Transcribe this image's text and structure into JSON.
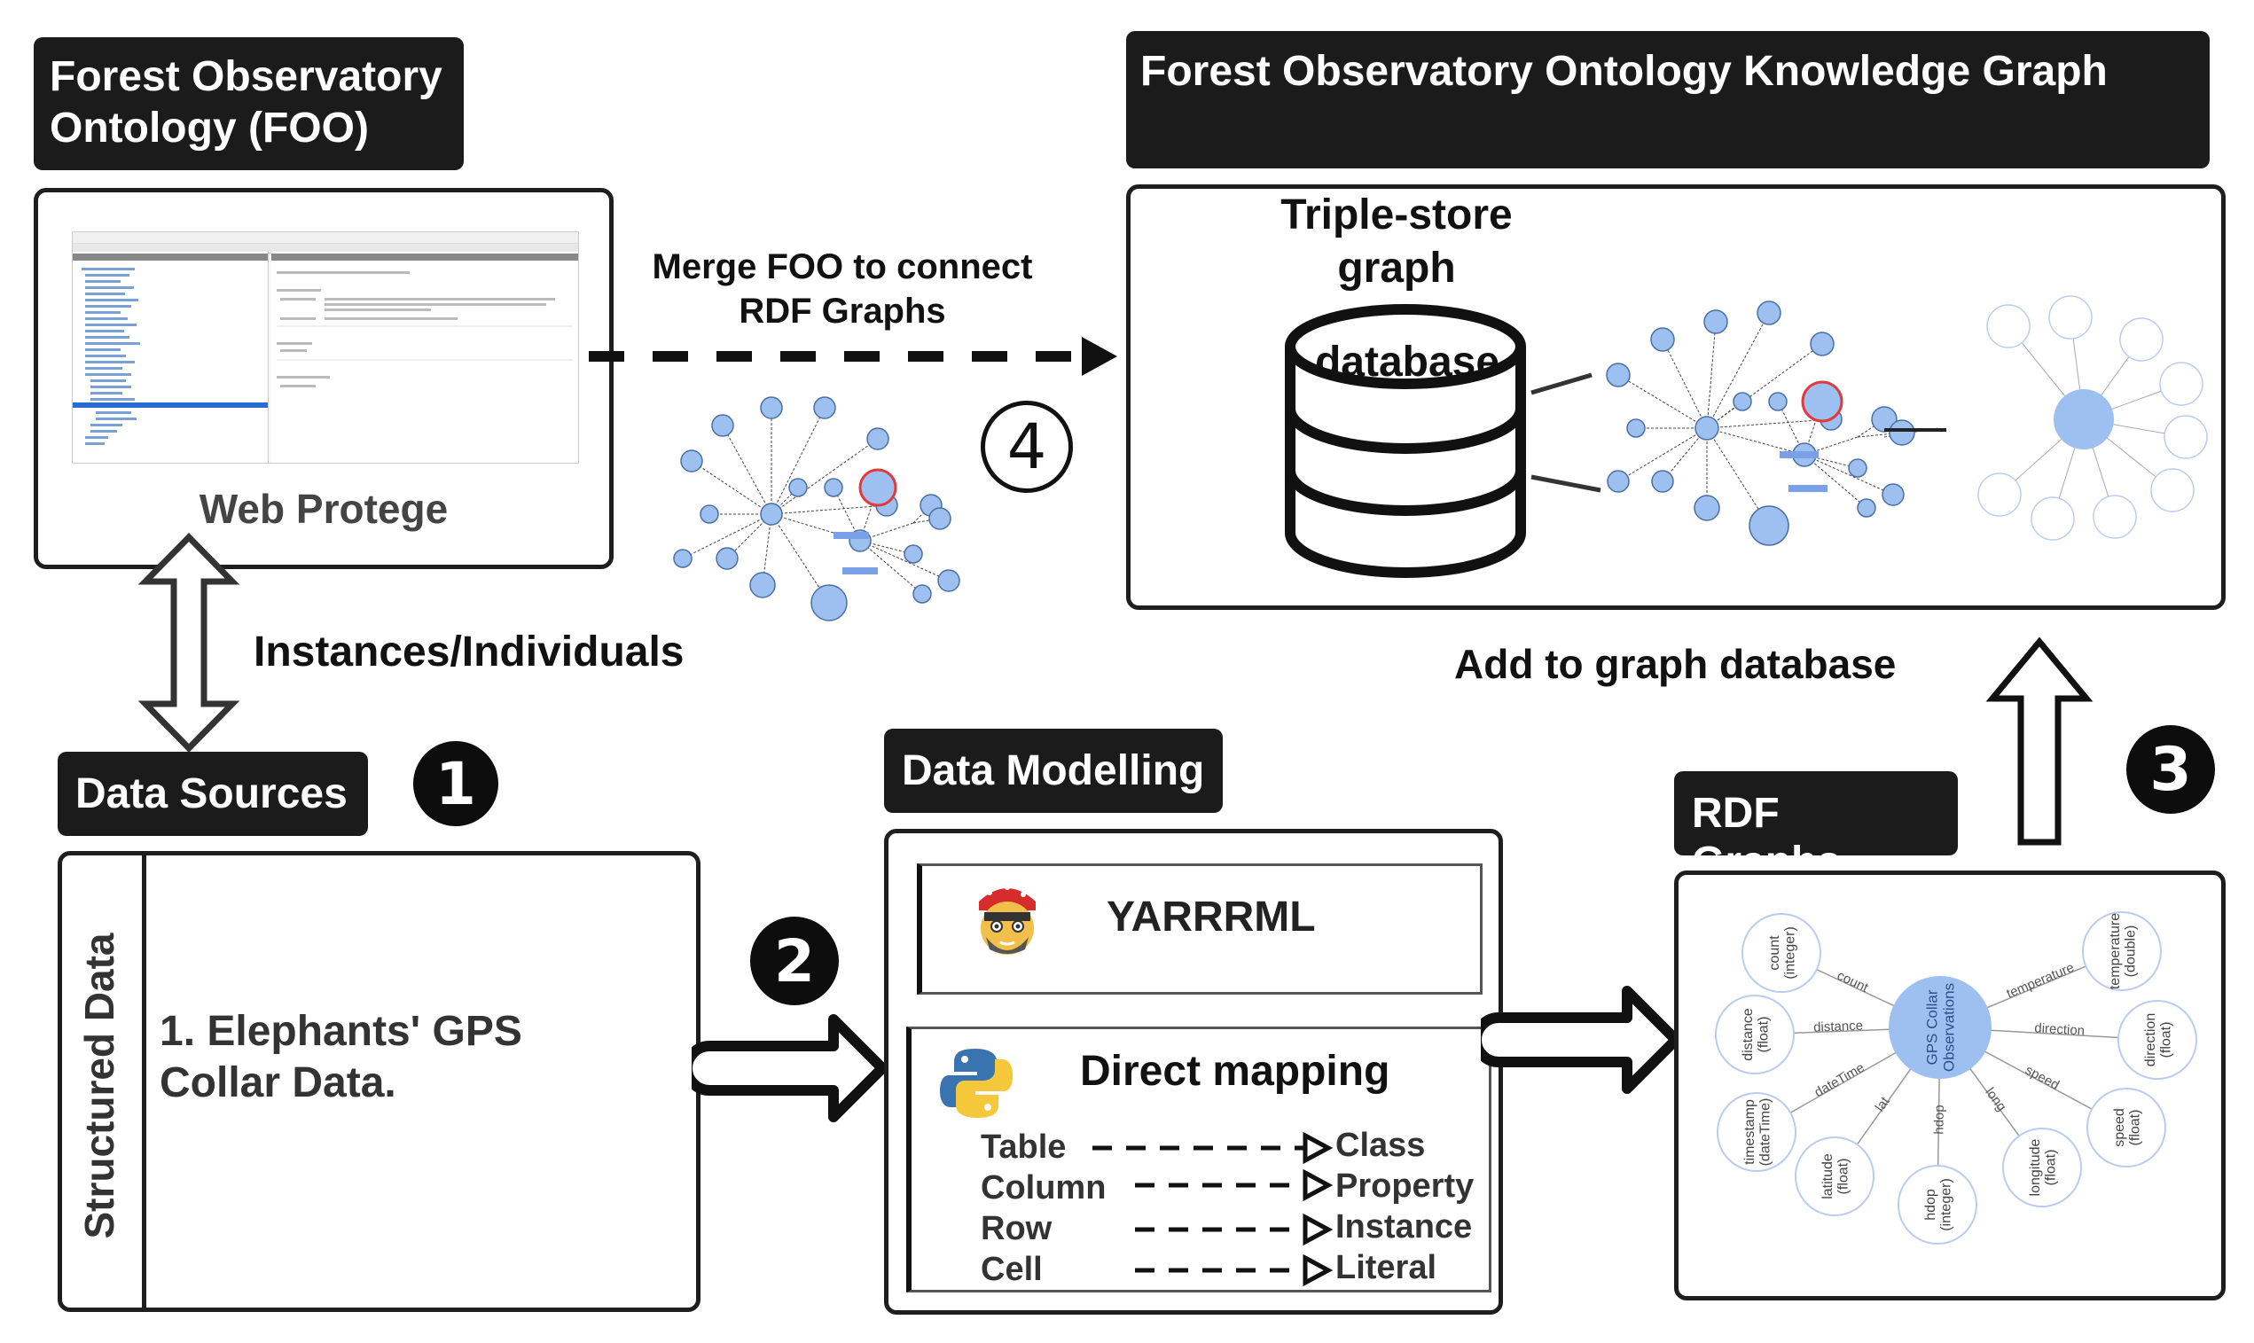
{
  "labels": {
    "foo": "Forest Observatory\nOntology  (FOO)",
    "kg": "Forest Observatory Ontology Knowledge Graph",
    "web_protege": "Web Protege",
    "instances": "Instances/Individuals",
    "merge": "Merge FOO  to connect\nRDF Graphs",
    "triple_store": "Triple-store\ngraph",
    "database": "database",
    "add_to_graph": "Add to graph database",
    "data_sources": "Data Sources",
    "data_modelling": "Data Modelling",
    "rdf_graphs": "RDF Graphs",
    "structured_data": "Structured Data",
    "dataset": "1. Elephants' GPS\n    Collar Data.",
    "yarrrml": "YARRRML",
    "direct_mapping": "Direct mapping"
  },
  "steps": [
    "1",
    "2",
    "3",
    "4"
  ],
  "mapping": [
    {
      "from": "Table",
      "to": "Class"
    },
    {
      "from": "Column",
      "to": "Property"
    },
    {
      "from": "Row",
      "to": "Instance"
    },
    {
      "from": "Cell",
      "to": "Literal"
    }
  ],
  "rdf_graph": {
    "center": "GPS Collar\nObservations",
    "nodes": [
      {
        "label": "count\n(integer)",
        "edge": "count"
      },
      {
        "label": "temperature\n(double)",
        "edge": "temperature"
      },
      {
        "label": "direction\n(float)",
        "edge": "direction"
      },
      {
        "label": "speed\n(float)",
        "edge": "speed"
      },
      {
        "label": "longitude\n(float)",
        "edge": "long"
      },
      {
        "label": "hdop\n(integer)",
        "edge": "hdop"
      },
      {
        "label": "latitude\n(float)",
        "edge": "lat"
      },
      {
        "label": "timestamp\n(dateTime)",
        "edge": "dateTime"
      },
      {
        "label": "distance\n(float)",
        "edge": "distance"
      }
    ]
  },
  "colors": {
    "dark": "#1b1b1b",
    "node_fill": "#9ec0f0",
    "node_stroke": "#4a6fa5",
    "highlight": "#e03a3a"
  },
  "icons": [
    "pirate-icon",
    "python-icon",
    "database-icon"
  ]
}
